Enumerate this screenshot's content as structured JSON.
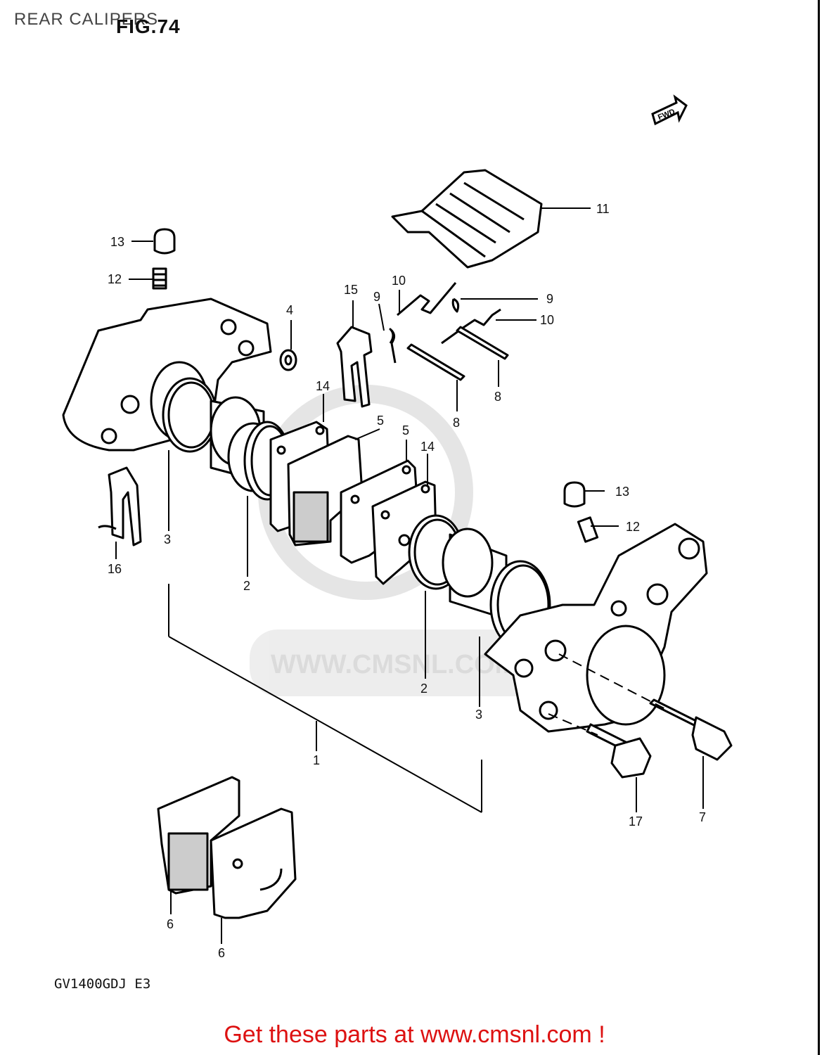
{
  "header": {
    "title": "REAR CALIPERS",
    "figure": "FIG.74"
  },
  "fwd_badge": "FWD",
  "model": "GV1400GDJ E3",
  "watermark": "WWW.CMSNL.COM",
  "footer": "Get these parts at www.cmsnl.com !",
  "callouts": [
    "11",
    "13",
    "12",
    "4",
    "15",
    "10",
    "9",
    "9",
    "10",
    "8",
    "8",
    "14",
    "5",
    "5",
    "14",
    "3",
    "2",
    "16",
    "13",
    "12",
    "2",
    "3",
    "1",
    "6",
    "6",
    "17",
    "7"
  ]
}
